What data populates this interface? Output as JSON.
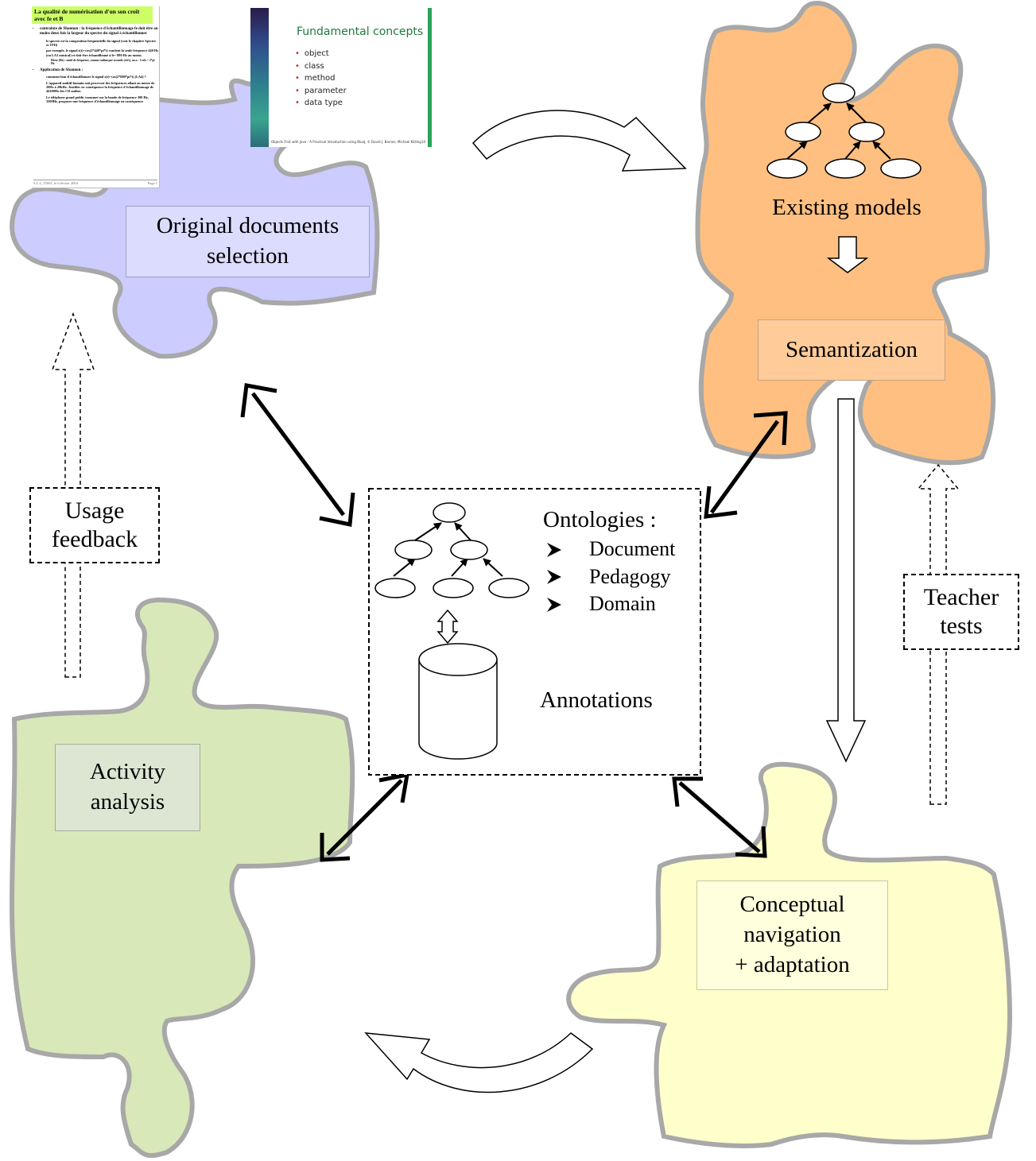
{
  "colors": {
    "blue_piece": "#ccccff",
    "orange_piece": "#ffbf80",
    "green_piece": "#d8e8b8",
    "yellow_piece": "#ffffcc",
    "piece_border": "#a8a8a8"
  },
  "nodes": {
    "original_documents_selection": "Original documents\nselection",
    "existing_models": "Existing models",
    "semantization": "Semantization",
    "activity_analysis": "Activity\nanalysis",
    "conceptual_navigation": "Conceptual\nnavigation\n+ adaptation",
    "usage_feedback": "Usage\nfeedback",
    "teacher_tests": "Teacher\ntests"
  },
  "center": {
    "ontologies_title": "Ontologies :",
    "ontologies": [
      "Document",
      "Pedagogy",
      "Domain"
    ],
    "annotations": "Annotations"
  },
  "doc_french": {
    "title": "La qualité de numérisation d'un son croît avec fe et B",
    "bullets": [
      "contrainte de Shannon : la fréquence d'échantillonnage fe doit être au moins deux fois la largeur du spectre du signal à échantillonner",
      "Application de Shannon :"
    ],
    "sub_bullets_1": [
      "le spectre est la composition fréquentielle du signal (voir le chapitre Spectre et TFD)",
      "par exemple, le signal s(t)=cos(2*440*pi*t) contient la seule fréquence 440 Hz (ou LA3 musical) et doit être échantillonné à fe~ 880 Hz au moins.",
      "Hertz (Hz) : unité de fréquence, comme radian par seconde (rd/s), on a : 1 rd/s = 2*pi Hz."
    ],
    "sub_bullets_2": [
      "comment faut il échantillonner le signal s(t)=cos(2*880*pi*t) (LA4) ?",
      "L'appareil auditif humain sait percevoir des fréquences allant au mieux de 20Hz à 20kHz. Justifier en conséquence la fréquence d'échantillonnage de 44100Hz des CD audios.",
      "Le téléphone grand public transmet sur la bande de fréquence 300 Hz, 3500Hz, proposer une fréquence d'échantillonnage en conséquence"
    ],
    "footer_left": "S.L.L_TIS01, le 6 février 2004",
    "footer_right": "Page 1"
  },
  "doc_java": {
    "title": "Fundamental concepts",
    "items": [
      "object",
      "class",
      "method",
      "parameter",
      "data type"
    ],
    "footer": "Objects First with Java - A Practical Introduction using BlueJ, © David J. Barnes, Michael Kölling",
    "page": "10"
  }
}
